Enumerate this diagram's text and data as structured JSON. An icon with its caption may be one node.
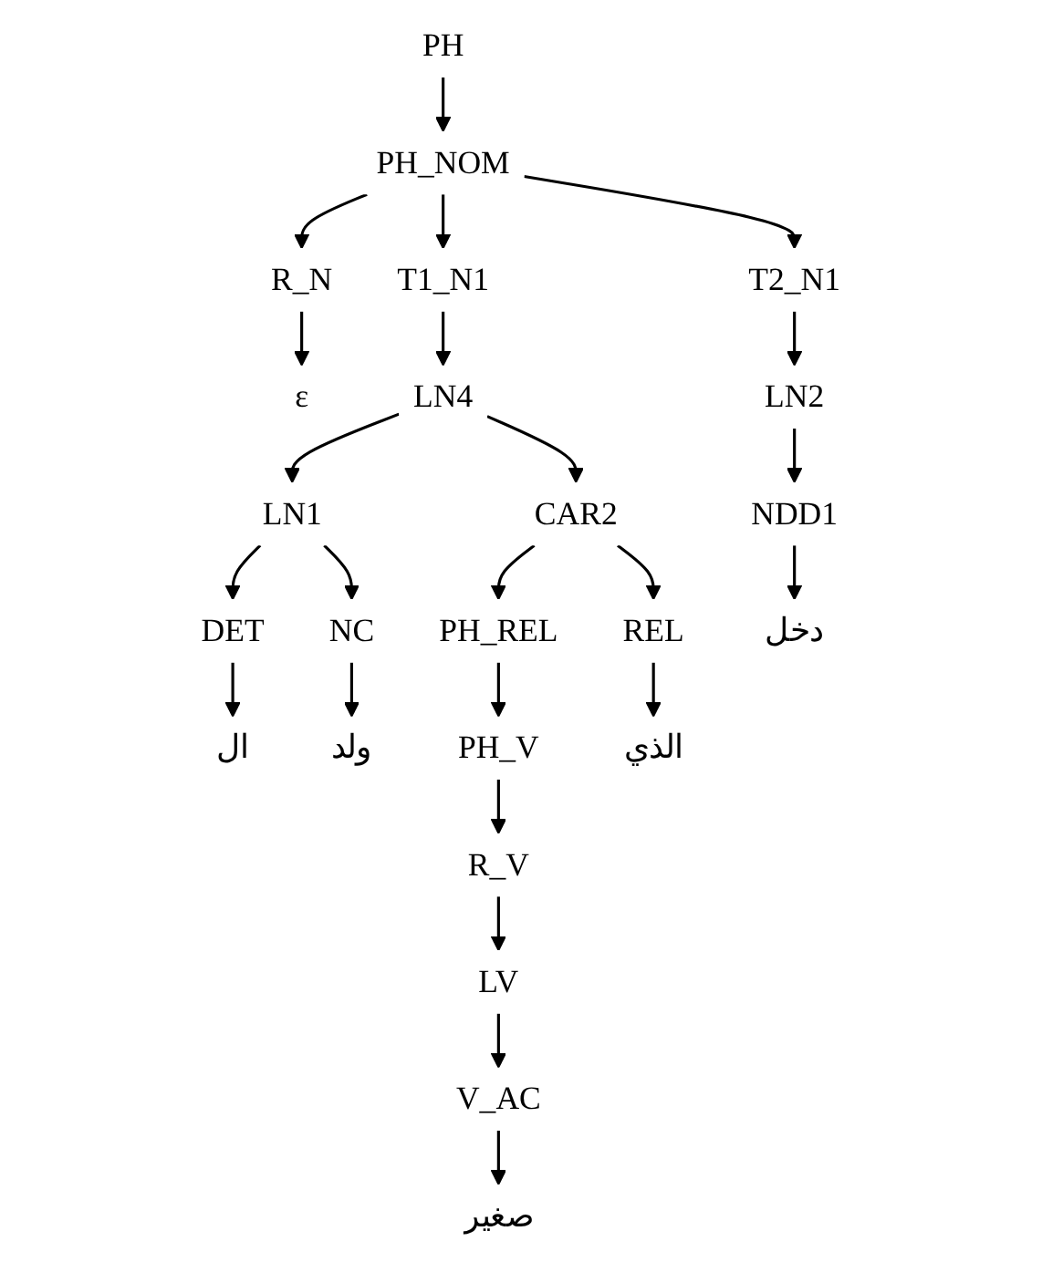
{
  "diagram": {
    "nodes": [
      {
        "text": [
          "PH"
        ]
      },
      {
        "text": [
          "PH_NOM"
        ]
      },
      {
        "text": [
          "R_N"
        ]
      },
      {
        "text": [
          "T1_N1"
        ]
      },
      {
        "text": [
          "T2_N1"
        ]
      },
      {
        "text": [
          "LN4"
        ]
      },
      {
        "text": [
          "LN2"
        ]
      },
      {
        "text": [
          "LN1"
        ]
      },
      {
        "text": [
          "CAR2"
        ]
      },
      {
        "text": [
          "PH_REL"
        ]
      },
      {
        "text": [
          "PH_V"
        ]
      },
      {
        "text": [
          "R_V"
        ]
      },
      {
        "text": [
          "LV"
        ]
      },
      {
        "text": [
          "DET"
        ]
      },
      {
        "text": [
          "NC"
        ]
      },
      {
        "text": [
          "REL"
        ]
      },
      {
        "text": [
          "V_AC"
        ]
      },
      {
        "text": [
          "NDD1"
        ]
      },
      {
        "text": [
          "ε"
        ]
      },
      {
        "text": [
          "ال"
        ]
      },
      {
        "text": [
          "ولد"
        ]
      },
      {
        "text": [
          "الذي"
        ]
      },
      {
        "text": [
          "صغير"
        ]
      },
      {
        "text": [
          "دخل"
        ]
      }
    ],
    "edges": [
      {
        "from": 0,
        "to": 1,
        "arrow": "to"
      },
      {
        "from": 1,
        "to": 2,
        "arrow": "to"
      },
      {
        "from": 1,
        "to": 3,
        "arrow": "to"
      },
      {
        "from": 1,
        "to": 4,
        "arrow": "to"
      },
      {
        "from": 3,
        "to": 5,
        "arrow": "to"
      },
      {
        "from": 4,
        "to": 6,
        "arrow": "to"
      },
      {
        "from": 5,
        "to": 7,
        "arrow": "to"
      },
      {
        "from": 5,
        "to": 8,
        "arrow": "to"
      },
      {
        "from": 8,
        "to": 9,
        "arrow": "to"
      },
      {
        "from": 9,
        "to": 10,
        "arrow": "to"
      },
      {
        "from": 10,
        "to": 11,
        "arrow": "to"
      },
      {
        "from": 11,
        "to": 12,
        "arrow": "to"
      },
      {
        "from": 12,
        "to": 16,
        "arrow": "to"
      },
      {
        "from": 7,
        "to": 13,
        "arrow": "to"
      },
      {
        "from": 7,
        "to": 14,
        "arrow": "to"
      },
      {
        "from": 8,
        "to": 15,
        "arrow": "to"
      },
      {
        "from": 6,
        "to": 17,
        "arrow": "to"
      },
      {
        "from": 2,
        "to": 18,
        "arrow": "to"
      },
      {
        "from": 13,
        "to": 19,
        "arrow": "to"
      },
      {
        "from": 14,
        "to": 20,
        "arrow": "to"
      },
      {
        "from": 15,
        "to": 21,
        "arrow": "to"
      },
      {
        "from": 16,
        "to": 22,
        "arrow": "to"
      },
      {
        "from": 17,
        "to": 23,
        "arrow": "to"
      }
    ]
  }
}
